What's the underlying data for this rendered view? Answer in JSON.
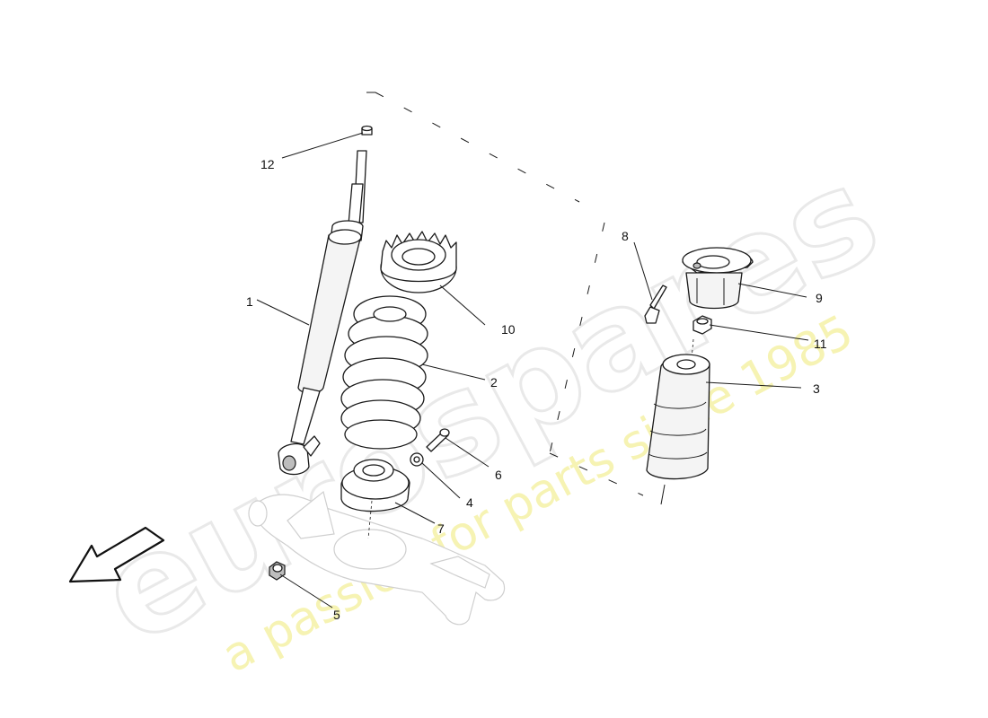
{
  "watermark": {
    "logo_text": "eurospares",
    "tagline": "a passion for parts since 1985"
  },
  "callouts": {
    "c1": "1",
    "c2": "2",
    "c3": "3",
    "c4": "4",
    "c5": "5",
    "c6": "6",
    "c7": "7",
    "c8": "8",
    "c9": "9",
    "c10": "10",
    "c11": "11",
    "c12": "12"
  },
  "icons": {
    "direction_arrow": "front-direction-arrow-icon"
  }
}
